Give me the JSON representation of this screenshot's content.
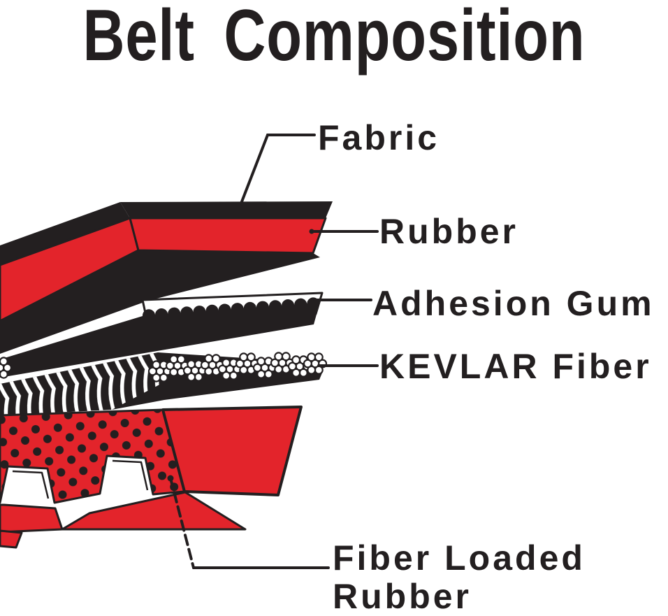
{
  "title": "Belt Composition",
  "diagram": {
    "type": "labeled-cross-section",
    "subject": "V-belt layer composition",
    "labels": [
      {
        "id": "fabric",
        "text": "Fabric"
      },
      {
        "id": "rubber",
        "text": "Rubber"
      },
      {
        "id": "adhesion-gum",
        "text": "Adhesion Gum"
      },
      {
        "id": "kevlar-fiber",
        "text": "KEVLAR Fiber"
      },
      {
        "id": "fiber-loaded-rubber",
        "text": "Fiber Loaded Rubber"
      }
    ]
  },
  "colors": {
    "red": "#e3242b",
    "black": "#231f20",
    "background": "#ffffff"
  }
}
